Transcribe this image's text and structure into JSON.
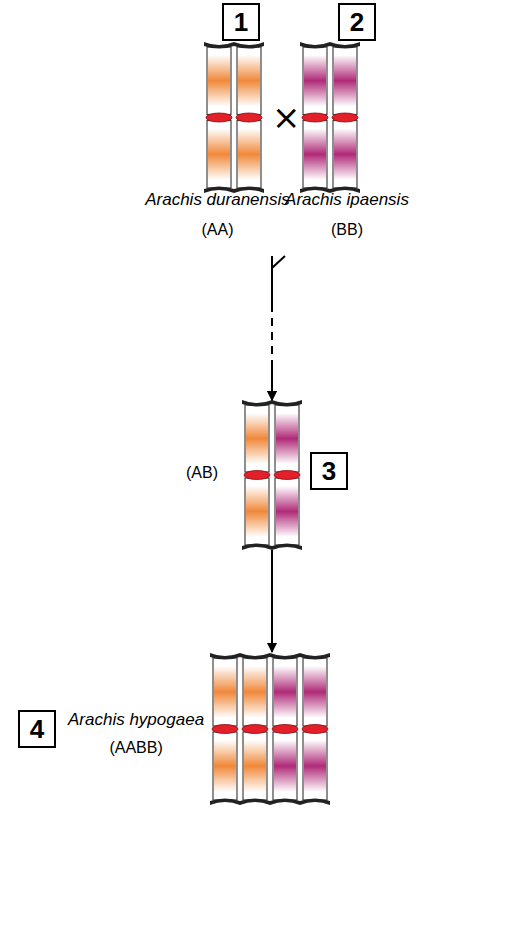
{
  "diagram": {
    "nodes": [
      {
        "text": [
          "Arachis duranensis",
          "(AA)"
        ]
      },
      {
        "text": [
          "Arachis ipaensis",
          "(BB)"
        ]
      },
      {
        "text": [
          "(AB)"
        ]
      },
      {
        "text": [
          "Arachis hypogaea",
          "(AABB)"
        ]
      }
    ],
    "edges": [
      {
        "from": 0,
        "to": 2,
        "arrow": "to"
      },
      {
        "from": 1,
        "to": 2,
        "arrow": "to"
      },
      {
        "from": 2,
        "to": 3,
        "arrow": "to"
      }
    ],
    "labels": [
      "1",
      "2",
      "×",
      "3",
      "4"
    ]
  }
}
